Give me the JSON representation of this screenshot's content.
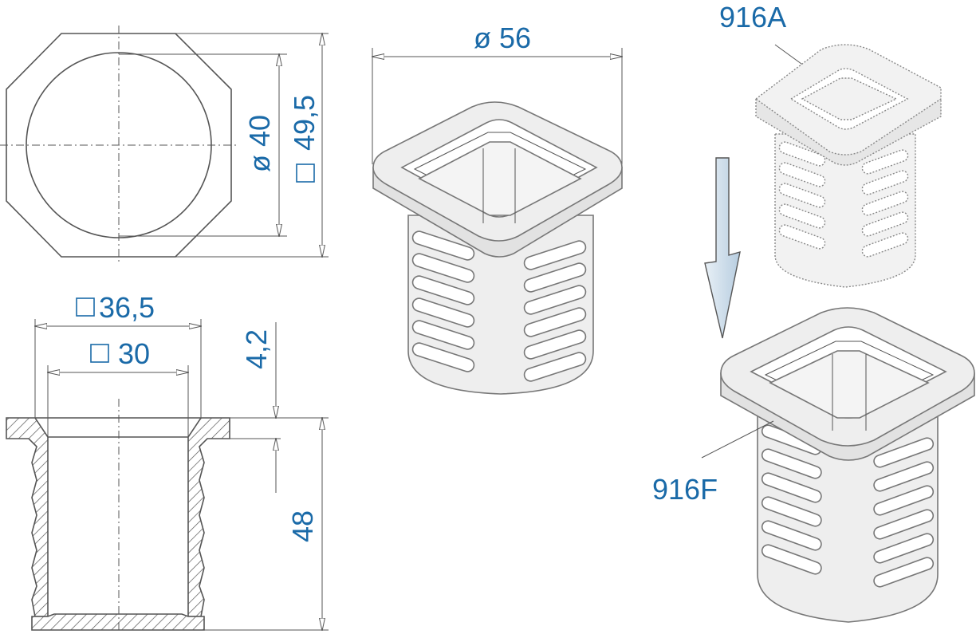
{
  "dimensions": {
    "dia_inner": "ø 40",
    "square_outer": "49,5",
    "dia_outer": "ø 56",
    "square_flange": "36,5",
    "square_inner": "30",
    "flange_height": "4,2",
    "height": "48"
  },
  "labels": {
    "top_part": "916A",
    "bottom_part": "916F"
  },
  "colors": {
    "dimension_text": "#1a6aa8",
    "line": "#555555",
    "arrow_fill": "#c9dbe8"
  }
}
